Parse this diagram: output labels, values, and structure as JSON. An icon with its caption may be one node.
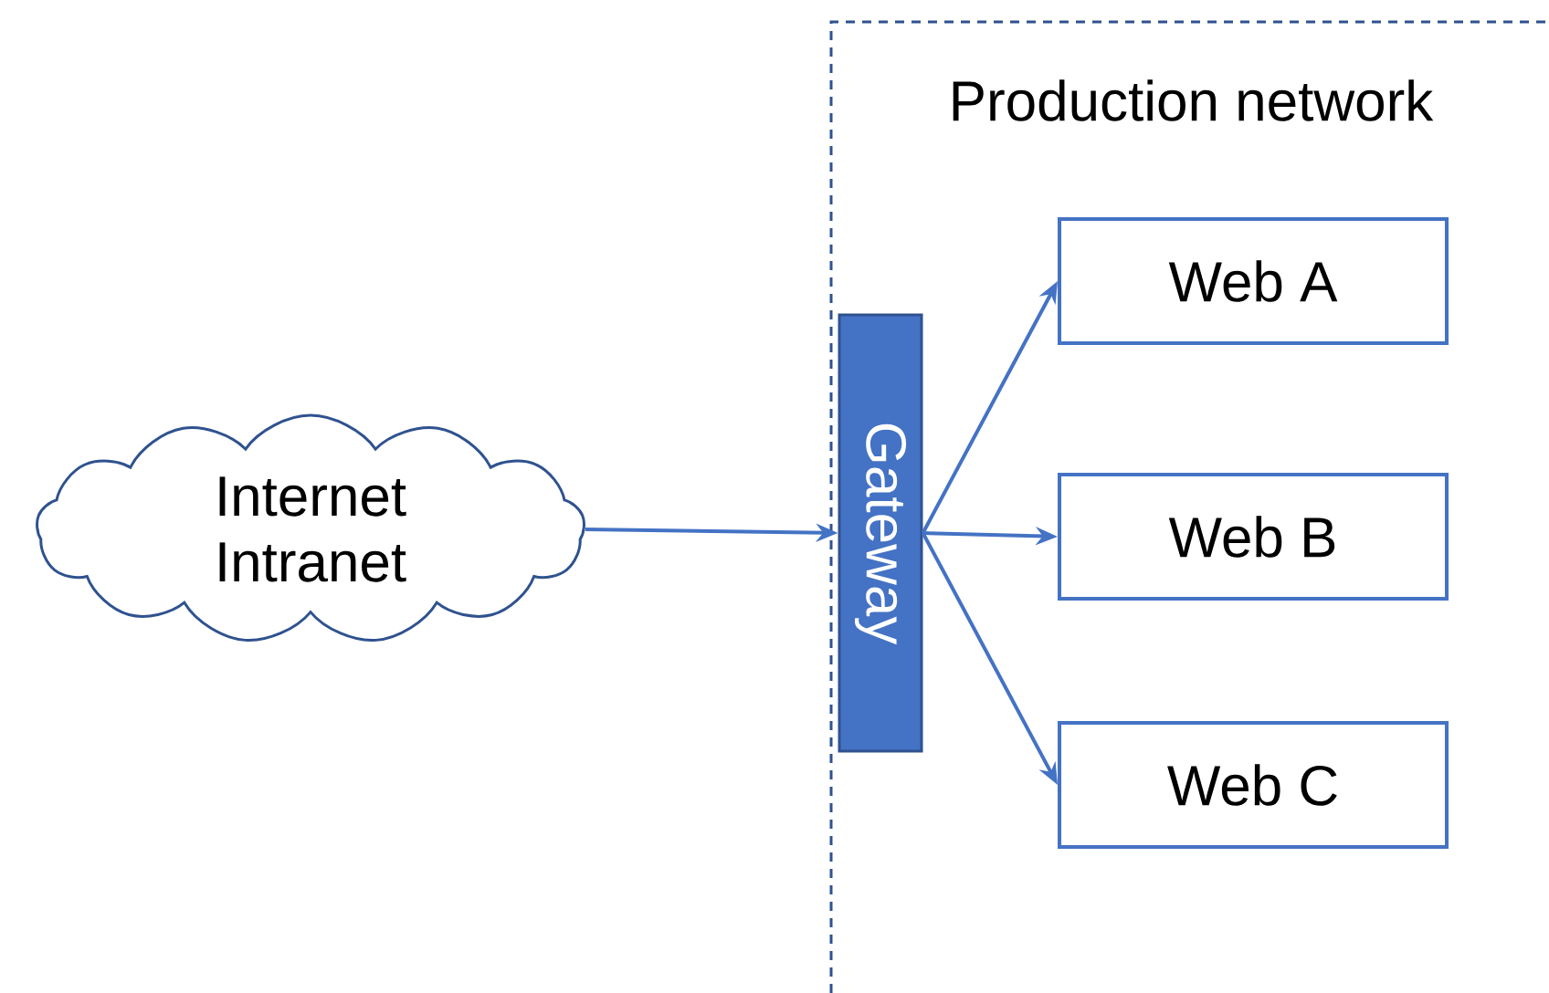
{
  "diagram": {
    "nodes": [
      {
        "text": [
          "Production network"
        ]
      },
      {
        "text": [
          "Internet Intranet"
        ]
      },
      {
        "text": [
          "Gateway"
        ],
        "in": 0
      },
      {
        "text": [
          "Web A"
        ],
        "in": 0
      },
      {
        "text": [
          "Web B"
        ],
        "in": 0
      },
      {
        "text": [
          "Web C"
        ],
        "in": 0
      }
    ],
    "edges": [
      {
        "from": 1,
        "to": 2,
        "arrow": "to"
      },
      {
        "from": 2,
        "to": 3,
        "arrow": "to"
      },
      {
        "from": 2,
        "to": 4,
        "arrow": "to"
      },
      {
        "from": 2,
        "to": 5,
        "arrow": "to"
      }
    ]
  }
}
